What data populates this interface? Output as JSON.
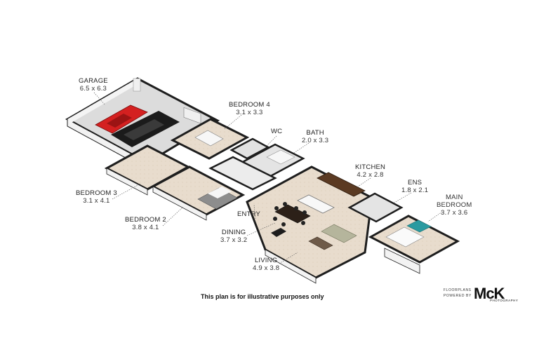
{
  "rooms": {
    "garage": {
      "name": "GARAGE",
      "dims": "6.5 x 6.3"
    },
    "bedroom4": {
      "name": "BEDROOM 4",
      "dims": "3.1 x 3.3"
    },
    "wc": {
      "name": "WC",
      "dims": ""
    },
    "bath": {
      "name": "BATH",
      "dims": "2.0 x 3.3"
    },
    "kitchen": {
      "name": "KITCHEN",
      "dims": "4.2 x 2.8"
    },
    "ens": {
      "name": "ENS",
      "dims": "1.8 x 2.1"
    },
    "main": {
      "name1": "MAIN",
      "name2": "BEDROOM",
      "dims": "3.7 x 3.6"
    },
    "bedroom3": {
      "name": "BEDROOM 3",
      "dims": "3.1 x 4.1"
    },
    "bedroom2": {
      "name": "BEDROOM 2",
      "dims": "3.8 x 4.1"
    },
    "entry": {
      "name": "ENTRY"
    },
    "dining": {
      "name": "DINING",
      "dims": "3.7 x 3.2"
    },
    "living": {
      "name": "LIVING",
      "dims": "4.9 x 3.8"
    }
  },
  "disclaimer": "This plan is for illustrative purposes only",
  "branding": {
    "line1": "FLOORPLANS",
    "line2": "POWERED BY",
    "logo": "McK",
    "sub": "PHOTOGRAPHY"
  },
  "colors": {
    "floor": "#e9ddd0",
    "wall": "#1e1e1e",
    "wall_face": "#f4f4f4",
    "car_red": "#d42020",
    "car_black": "#1b1b1b",
    "bedspread_teal": "#2a9aa0"
  }
}
